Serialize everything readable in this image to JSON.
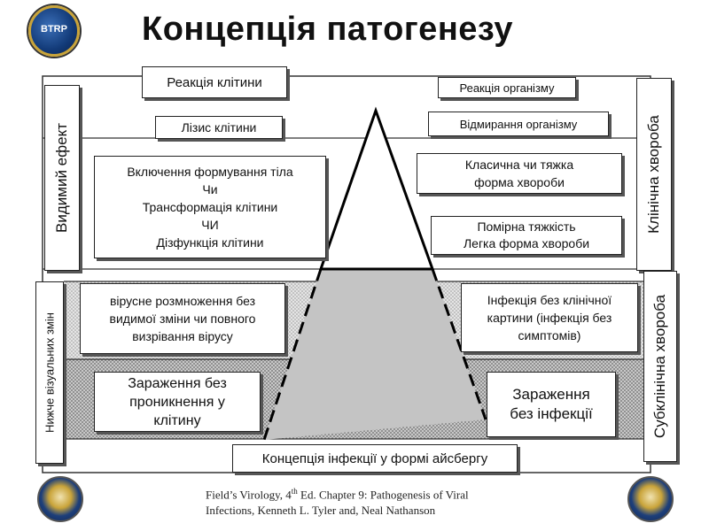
{
  "title": "Концепція патогенезу",
  "logo_text": "BTRP",
  "vertical_labels": {
    "left_top": "Видимий ефект",
    "left_bottom": "Нижче візуальних змін",
    "right_top": "Клінічна хвороба",
    "right_bottom": "Субклінічна хвороба"
  },
  "headers": {
    "cell_reaction": "Реакція клітини",
    "organism_reaction": "Реакція організму"
  },
  "cell_side": {
    "lysis": "Лізис клітини",
    "inclusion_lines": [
      "Включення формування тіла",
      "Чи",
      "Трансформація клітини",
      "ЧИ",
      "Дізфункція клітини"
    ],
    "virus_replication_lines": [
      "вірусне розмноження без",
      "видимої зміни чи повного",
      "визрівання вірусу"
    ],
    "exposure_no_penetration_lines": [
      "Зараження без",
      "проникнення у",
      "клітину"
    ]
  },
  "organism_side": {
    "death": "Відмирання організму",
    "classic_lines": [
      "Класична чи тяжка",
      "форма хвороби"
    ],
    "moderate_lines": [
      "Помірна тяжкість",
      "Легка форма хвороби"
    ],
    "no_symptoms_lines": [
      "Інфекція без клінічної",
      "картини (інфекція без",
      "симптомів)"
    ],
    "exposure_no_infection_lines": [
      "Зараження",
      "без інфекції"
    ]
  },
  "footer_label": "Концепція інфекції у формі айсбергу",
  "source": {
    "line1_pre": "Field’s Virology, 4",
    "line1_sup": "th",
    "line1_post": " Ed. Chapter 9: Pathogenesis of Viral",
    "line2": "Infections, Kenneth L. Tyler and, Neal Nathanson"
  },
  "colors": {
    "band_light": "#dcdcdc",
    "band_dark": "#bdbdbd",
    "border": "#222222",
    "shadow": "#555555"
  }
}
